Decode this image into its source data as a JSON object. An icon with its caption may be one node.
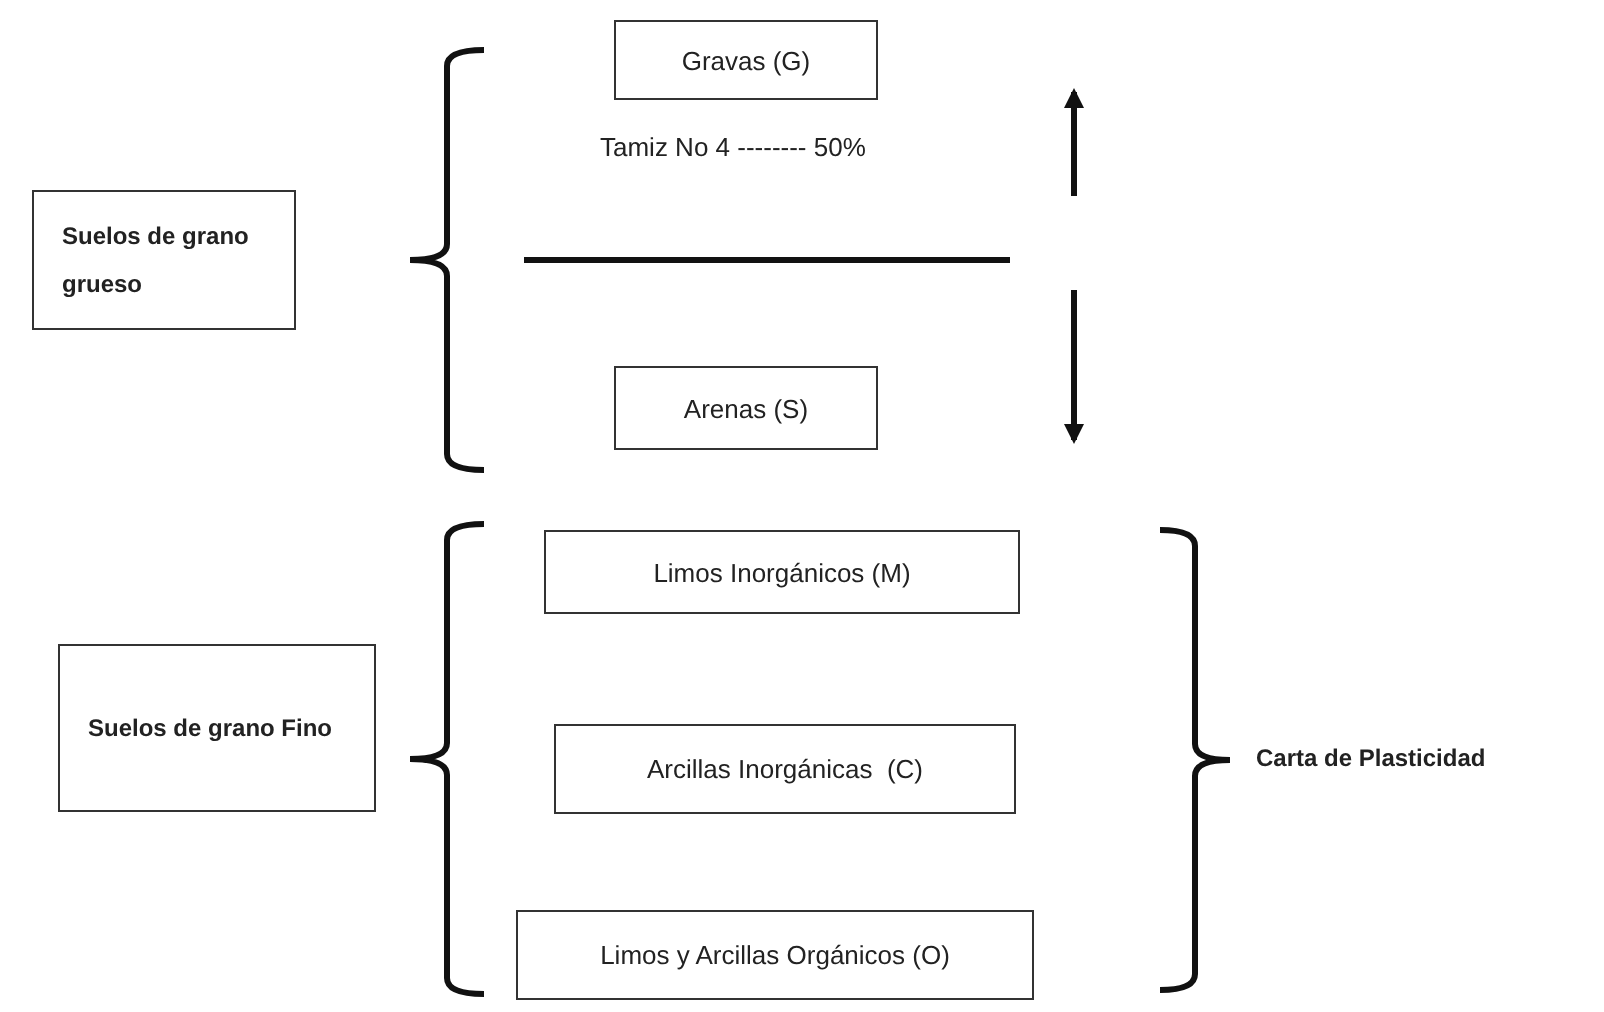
{
  "diagram": {
    "nodes": [
      {
        "text": [
          "Suelos de grano grueso"
        ]
      },
      {
        "text": [
          "Gravas (G)"
        ]
      },
      {
        "text": [
          "Arenas (S)"
        ]
      },
      {
        "text": [
          "Suelos de grano Fino"
        ]
      },
      {
        "text": [
          "Limos Inorgánicos (M)"
        ]
      },
      {
        "text": [
          "Arcillas Inorgánicas  (C)"
        ]
      },
      {
        "text": [
          "Limos y Arcillas Orgánicos (O)"
        ]
      }
    ],
    "labels": [
      "Tamiz No 4 -------- 50%",
      "Carta de Plasticidad"
    ]
  }
}
